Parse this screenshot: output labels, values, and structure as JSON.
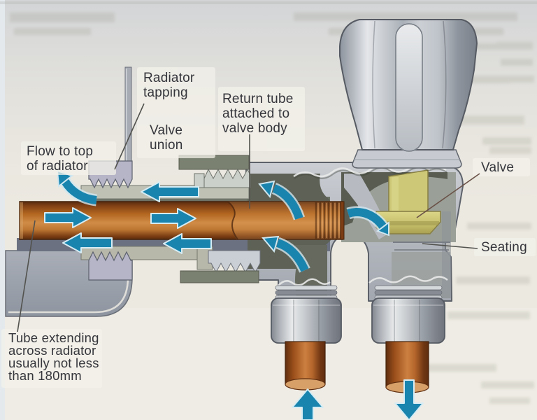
{
  "labels": {
    "flow_to_top": {
      "line1": "Flow to top",
      "line2": "of radiator"
    },
    "radiator_tapping": {
      "line1": "Radiator",
      "line2": "tapping"
    },
    "valve_union": {
      "line1": "Valve",
      "line2": "union"
    },
    "return_tube": {
      "line1": "Return tube",
      "line2": "attached to",
      "line3": "valve body"
    },
    "valve": {
      "text": "Valve"
    },
    "seating": {
      "text": "Seating"
    },
    "tube_extending": {
      "line1": "Tube extending",
      "line2": "across radiator",
      "line3": "usually not less",
      "line4": "than 180mm"
    }
  },
  "colors": {
    "arrow_blue": "#1985ae",
    "copper": "#b2661f",
    "brass_valve": "#cdc877",
    "metal_gray": "#b9bdc2",
    "lavender_fitting": "#b5b5c7",
    "paper": "#ece9e1",
    "label_text": "#35363c"
  }
}
